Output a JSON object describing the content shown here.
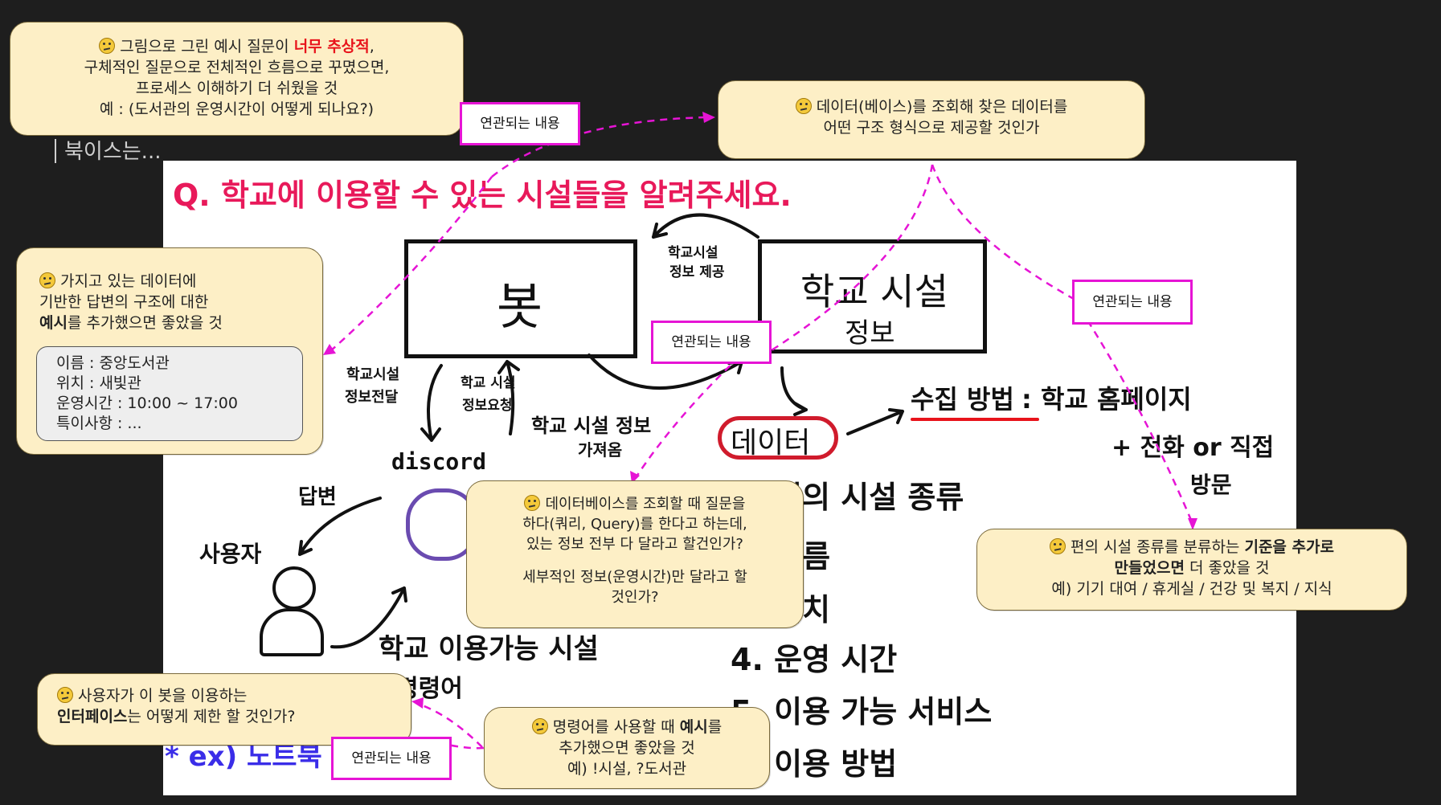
{
  "background_fragment": "북이스는...",
  "title": "Q. 학교에 이용할 수 있는 시설들을 알려주세요.",
  "diagram": {
    "bot_label": "봇",
    "school_facilities_box_line1": "학교 시설",
    "school_facilities_box_line2": "정보",
    "arrow_provide_line1": "학교시설",
    "arrow_provide_line2": "정보 제공",
    "deliver_line1": "학교시설",
    "deliver_line2": "정보전달",
    "request_line1": "학교 시설",
    "request_line2": "정보요청",
    "fetch_line1": "학교 시설 정보",
    "fetch_line2": "가져옴",
    "discord_label": "discord",
    "answer_label": "답변",
    "user_label": "사용자",
    "command_line1": "학교 이용가능 시설",
    "command_line2": "명령어",
    "example_line": "* ex) 노트북 대",
    "data_label": "데이터",
    "collect_method_label": "수집 방법",
    "collect_method_value": ": 학교 홈페이지",
    "collect_line2": "+ 전화 or 직접",
    "collect_line3": "방문",
    "data_items": [
      "1. 편의 시설 종류",
      "2. 이름",
      "3. 위치",
      "4. 운영 시간",
      "5. 이용 가능 서비스",
      "6. 이용 방법"
    ]
  },
  "comments": {
    "c1_pre": "그림으로 그린 예시 질문이 ",
    "c1_red": "너무 추상적",
    "c1_post": ",",
    "c1_line2": "구체적인 질문으로 전체적인 흐름으로 꾸몄으면,",
    "c1_line3": "프로세스 이해하기 더 쉬웠을 것",
    "c1_line4": "예 : (도서관의 운영시간이 어떻게 되나요?)",
    "c2_line1": "데이터(베이스)를 조회해 찾은 데이터를",
    "c2_line2": "어떤 구조 형식으로 제공할 것인가",
    "c3_line1": "가지고 있는 데이터에",
    "c3_line2": "기반한 답변의 구조에 대한",
    "c3_bold": "예시",
    "c3_line3_rest": "를 추가했으면 좋았을 것",
    "c3_card": [
      "이름 : 중앙도서관",
      "위치 : 새빛관",
      "운영시간 : 10:00 ~ 17:00",
      "특이사항 : ..."
    ],
    "c4_line1": "데이터베이스를 조회할 때 질문을",
    "c4_line2": "하다(쿼리, Query)를 한다고 하는데,",
    "c4_line3": "있는 정보 전부 다 달라고 할건인가?",
    "c4_line4": "세부적인 정보(운영시간)만 달라고 할",
    "c4_line5": "것인가?",
    "c5_pre": "편의 시설 종류를 분류하는 ",
    "c5_bold1": "기준을 추가로",
    "c5_bold2": "만들었으면",
    "c5_line2_rest": " 더 좋았을 것",
    "c5_line3": "예) 기기 대여 / 휴게실 / 건강 및 복지 / 지식",
    "c6_line1": "사용자가 이 봇을 이용하는",
    "c6_bold": "인터페이스",
    "c6_line2_rest": "는 어떻게 제한 할 것인가?",
    "c7_pre": "명령어를 사용할 때 ",
    "c7_bold": "예시",
    "c7_post": "를",
    "c7_line2": "추가했으면 좋았을 것",
    "c7_line3": "예) !시설, ?도서관"
  },
  "tags": {
    "related": "연관되는 내용"
  },
  "colors": {
    "bubble_bg": "#fdefc6",
    "dashed_arrow": "#e614d5",
    "title_red": "#e8195a",
    "example_blue": "#3a2de8"
  }
}
